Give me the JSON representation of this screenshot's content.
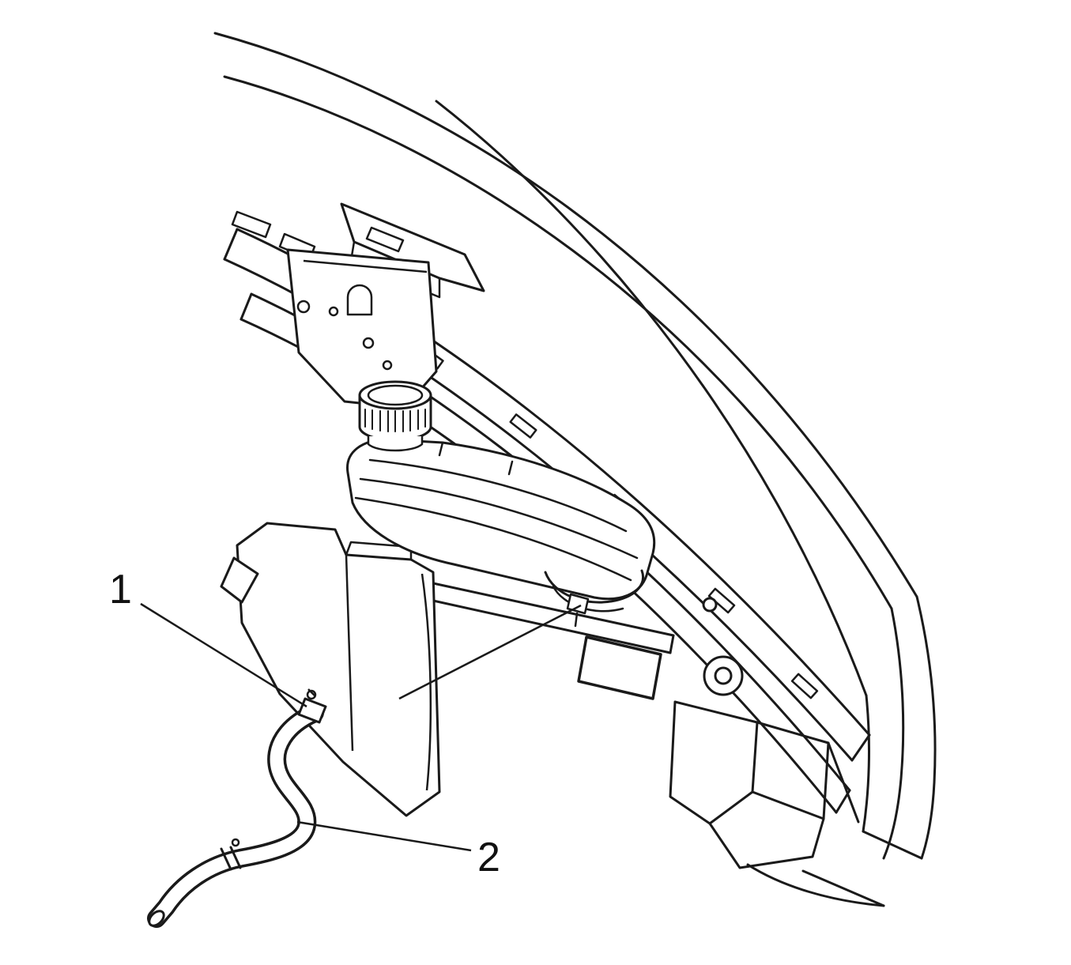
{
  "figure": {
    "kind": "technical line illustration",
    "subject": "engine compartment view of coolant surge tank and overflow hose",
    "background_color": "#ffffff",
    "line_color": "#1a1a1a",
    "callouts": [
      {
        "number": "1",
        "points_to": "hose clamp at surge tank outlet"
      },
      {
        "number": "2",
        "points_to": "coolant overflow hose"
      }
    ],
    "parts": [
      "hood-edge",
      "fender-rail",
      "cowl-bracket",
      "mounting-bracket",
      "tank-cap",
      "coolant-surge-tank",
      "splash-shield",
      "frame-structure",
      "grommet-hole",
      "overflow-hose",
      "hose-clamp",
      "hose-end"
    ]
  }
}
